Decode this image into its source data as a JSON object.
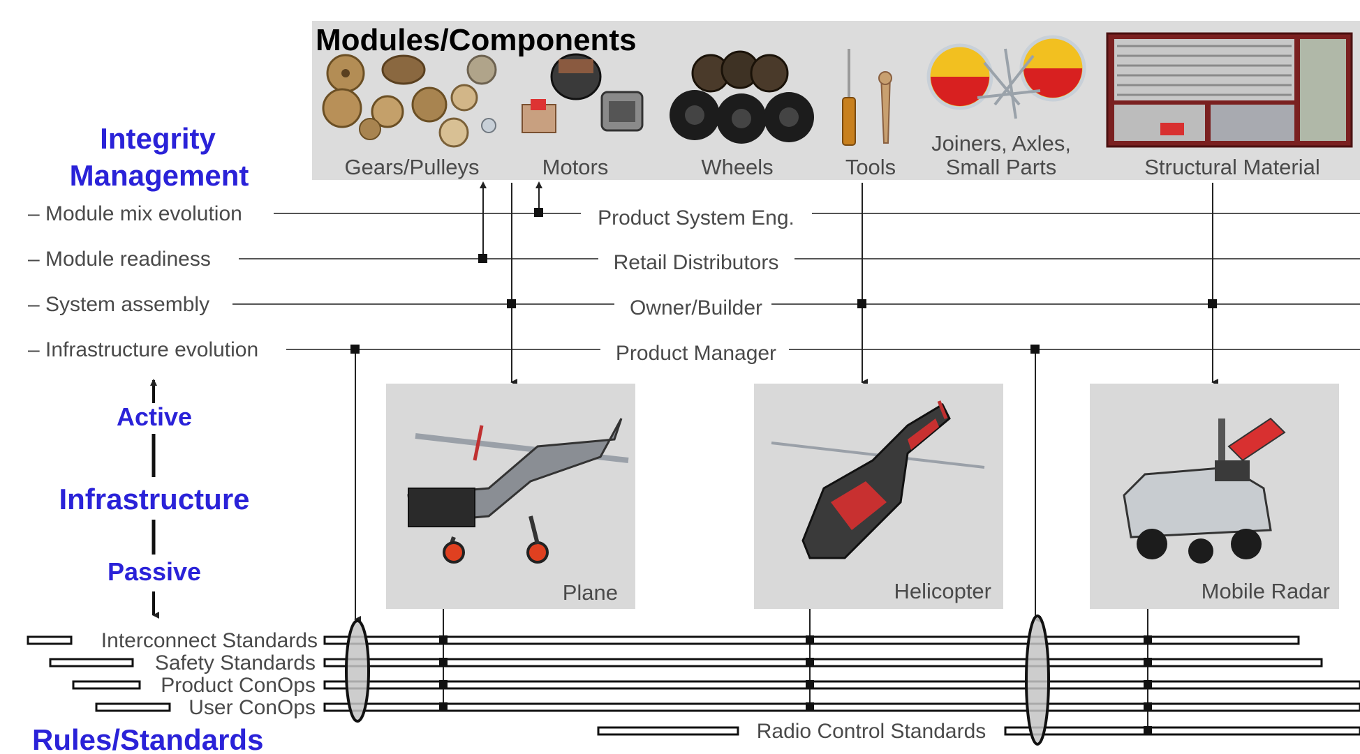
{
  "modules_title": "Modules/Components",
  "components": [
    {
      "label": "Gears/Pulleys",
      "icon": "gears-pulleys-icon"
    },
    {
      "label": "Motors",
      "icon": "motors-icon"
    },
    {
      "label": "Wheels",
      "icon": "wheels-icon"
    },
    {
      "label": "Tools",
      "icon": "tools-icon"
    },
    {
      "label_line1": "Joiners, Axles,",
      "label_line2": "Small Parts",
      "icon": "small-parts-icon"
    },
    {
      "label": "Structural Material",
      "icon": "structural-material-icon"
    }
  ],
  "integrity": {
    "title_line1": "Integrity",
    "title_line2": "Management",
    "items": [
      "– Module mix evolution",
      "– Module readiness",
      "– System assembly",
      "– Infrastructure evolution"
    ]
  },
  "roles": [
    "Product System Eng.",
    "Retail Distributors",
    "Owner/Builder",
    "Product Manager"
  ],
  "infrastructure": {
    "active": "Active",
    "title": "Infrastructure",
    "passive": "Passive"
  },
  "products": [
    {
      "label": "Plane",
      "icon": "plane-model-icon"
    },
    {
      "label": "Helicopter",
      "icon": "helicopter-model-icon"
    },
    {
      "label": "Mobile Radar",
      "icon": "mobile-radar-model-icon"
    }
  ],
  "standards": [
    "Interconnect Standards",
    "Safety Standards",
    "Product ConOps",
    "User ConOps",
    "Radio Control Standards"
  ],
  "rules_title": "Rules/Standards",
  "colors": {
    "accent_blue": "#2a22d8",
    "panel_gray": "#dcdcdc",
    "line": "#333333"
  }
}
